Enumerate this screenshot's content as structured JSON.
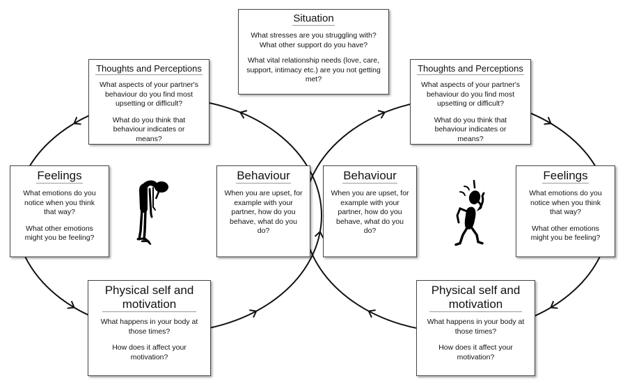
{
  "diagram": {
    "type": "cbt-interpersonal-cycle",
    "loops": [
      {
        "name": "left-cycle",
        "direction": "counter-clockwise",
        "sequence": [
          "Thoughts and Perceptions",
          "Feelings",
          "Physical self and motivation",
          "Behaviour"
        ]
      },
      {
        "name": "right-cycle",
        "direction": "clockwise",
        "sequence": [
          "Thoughts and Perceptions",
          "Feelings",
          "Physical self and motivation",
          "Behaviour"
        ]
      }
    ],
    "figures": [
      {
        "name": "dejected-stick-figure",
        "side": "left"
      },
      {
        "name": "agitated-stick-figure",
        "side": "right"
      }
    ]
  },
  "situation": {
    "title": "Situation",
    "questions": [
      "What stresses are you struggling with? What other support do you have?",
      "What vital relationship needs (love, care, support, intimacy etc.) are you not getting met?"
    ]
  },
  "left": {
    "thoughts": {
      "title": "Thoughts and Perceptions",
      "questions": [
        "What aspects of your partner's behaviour do you find most upsetting or difficult?",
        "What do you think that behaviour indicates or means?"
      ]
    },
    "feelings": {
      "title": "Feelings",
      "questions": [
        "What emotions do you notice when you think that way?",
        "What other emotions might you be feeling?"
      ]
    },
    "behaviour": {
      "title": "Behaviour",
      "questions": [
        "When you are upset, for example with your partner, how do you behave, what do you do?"
      ]
    },
    "physical": {
      "title": "Physical self and motivation",
      "questions": [
        "What happens in your body at those times?",
        "How does it affect your motivation?"
      ]
    }
  },
  "right": {
    "thoughts": {
      "title": "Thoughts and Perceptions",
      "questions": [
        "What aspects of your partner's behaviour do you find most upsetting or difficult?",
        "What do you think that behaviour indicates or means?"
      ]
    },
    "feelings": {
      "title": "Feelings",
      "questions": [
        "What emotions do you notice when you think that way?",
        "What other emotions might you be feeling?"
      ]
    },
    "behaviour": {
      "title": "Behaviour",
      "questions": [
        "When you are upset, for example with your partner, how do you behave, what do you do?"
      ]
    },
    "physical": {
      "title": "Physical self and motivation",
      "questions": [
        "What happens in your body at those times?",
        "How does it affect your motivation?"
      ]
    }
  },
  "colors": {
    "line": "#111111",
    "box_border": "#444444",
    "background": "#ffffff"
  }
}
